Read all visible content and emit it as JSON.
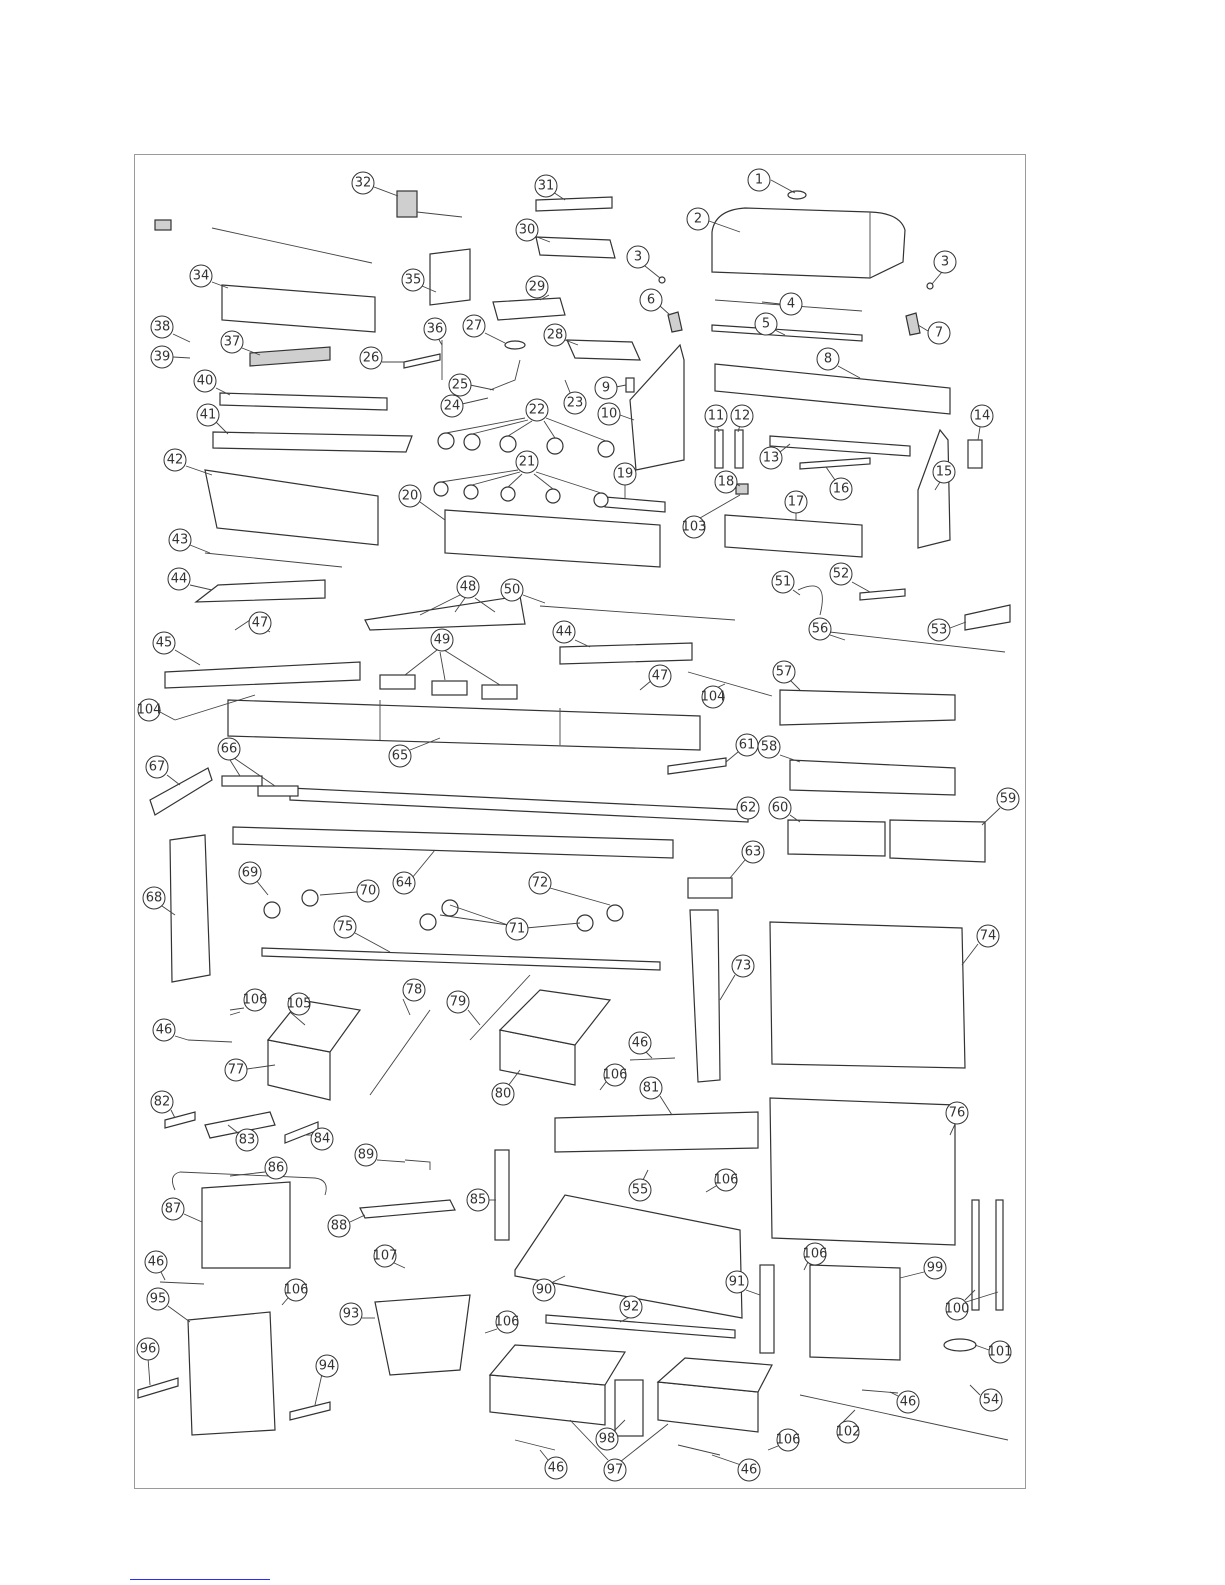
{
  "callouts": [
    {
      "id": "c1",
      "label": "1"
    },
    {
      "id": "c2",
      "label": "2"
    },
    {
      "id": "c3a",
      "label": "3"
    },
    {
      "id": "c3b",
      "label": "3"
    },
    {
      "id": "c4",
      "label": "4"
    },
    {
      "id": "c5",
      "label": "5"
    },
    {
      "id": "c6",
      "label": "6"
    },
    {
      "id": "c7",
      "label": "7"
    },
    {
      "id": "c8",
      "label": "8"
    },
    {
      "id": "c9",
      "label": "9"
    },
    {
      "id": "c10",
      "label": "10"
    },
    {
      "id": "c11",
      "label": "11"
    },
    {
      "id": "c12",
      "label": "12"
    },
    {
      "id": "c13",
      "label": "13"
    },
    {
      "id": "c14",
      "label": "14"
    },
    {
      "id": "c15",
      "label": "15"
    },
    {
      "id": "c16",
      "label": "16"
    },
    {
      "id": "c17",
      "label": "17"
    },
    {
      "id": "c18",
      "label": "18"
    },
    {
      "id": "c19",
      "label": "19"
    },
    {
      "id": "c20",
      "label": "20"
    },
    {
      "id": "c21",
      "label": "21"
    },
    {
      "id": "c22",
      "label": "22"
    },
    {
      "id": "c23",
      "label": "23"
    },
    {
      "id": "c24",
      "label": "24"
    },
    {
      "id": "c25",
      "label": "25"
    },
    {
      "id": "c26",
      "label": "26"
    },
    {
      "id": "c27",
      "label": "27"
    },
    {
      "id": "c28",
      "label": "28"
    },
    {
      "id": "c29",
      "label": "29"
    },
    {
      "id": "c30",
      "label": "30"
    },
    {
      "id": "c31",
      "label": "31"
    },
    {
      "id": "c32",
      "label": "32"
    },
    {
      "id": "c34",
      "label": "34"
    },
    {
      "id": "c35",
      "label": "35"
    },
    {
      "id": "c36",
      "label": "36"
    },
    {
      "id": "c37",
      "label": "37"
    },
    {
      "id": "c38",
      "label": "38"
    },
    {
      "id": "c39",
      "label": "39"
    },
    {
      "id": "c40",
      "label": "40"
    },
    {
      "id": "c41",
      "label": "41"
    },
    {
      "id": "c42",
      "label": "42"
    },
    {
      "id": "c43",
      "label": "43"
    },
    {
      "id": "c44a",
      "label": "44"
    },
    {
      "id": "c44b",
      "label": "44"
    },
    {
      "id": "c45",
      "label": "45"
    },
    {
      "id": "c46a",
      "label": "46"
    },
    {
      "id": "c46b",
      "label": "46"
    },
    {
      "id": "c46c",
      "label": "46"
    },
    {
      "id": "c46d",
      "label": "46"
    },
    {
      "id": "c46e",
      "label": "46"
    },
    {
      "id": "c46f",
      "label": "46"
    },
    {
      "id": "c47a",
      "label": "47"
    },
    {
      "id": "c47b",
      "label": "47"
    },
    {
      "id": "c48",
      "label": "48"
    },
    {
      "id": "c49",
      "label": "49"
    },
    {
      "id": "c50",
      "label": "50"
    },
    {
      "id": "c51",
      "label": "51"
    },
    {
      "id": "c52",
      "label": "52"
    },
    {
      "id": "c53",
      "label": "53"
    },
    {
      "id": "c54",
      "label": "54"
    },
    {
      "id": "c55",
      "label": "55"
    },
    {
      "id": "c56",
      "label": "56"
    },
    {
      "id": "c57",
      "label": "57"
    },
    {
      "id": "c58",
      "label": "58"
    },
    {
      "id": "c59",
      "label": "59"
    },
    {
      "id": "c60",
      "label": "60"
    },
    {
      "id": "c61",
      "label": "61"
    },
    {
      "id": "c62",
      "label": "62"
    },
    {
      "id": "c63",
      "label": "63"
    },
    {
      "id": "c64",
      "label": "64"
    },
    {
      "id": "c65",
      "label": "65"
    },
    {
      "id": "c66",
      "label": "66"
    },
    {
      "id": "c67",
      "label": "67"
    },
    {
      "id": "c68",
      "label": "68"
    },
    {
      "id": "c69",
      "label": "69"
    },
    {
      "id": "c70",
      "label": "70"
    },
    {
      "id": "c71",
      "label": "71"
    },
    {
      "id": "c72",
      "label": "72"
    },
    {
      "id": "c73",
      "label": "73"
    },
    {
      "id": "c74",
      "label": "74"
    },
    {
      "id": "c75",
      "label": "75"
    },
    {
      "id": "c76",
      "label": "76"
    },
    {
      "id": "c77",
      "label": "77"
    },
    {
      "id": "c78",
      "label": "78"
    },
    {
      "id": "c79",
      "label": "79"
    },
    {
      "id": "c80",
      "label": "80"
    },
    {
      "id": "c81",
      "label": "81"
    },
    {
      "id": "c82",
      "label": "82"
    },
    {
      "id": "c83",
      "label": "83"
    },
    {
      "id": "c84",
      "label": "84"
    },
    {
      "id": "c85",
      "label": "85"
    },
    {
      "id": "c86",
      "label": "86"
    },
    {
      "id": "c87",
      "label": "87"
    },
    {
      "id": "c88",
      "label": "88"
    },
    {
      "id": "c89",
      "label": "89"
    },
    {
      "id": "c90",
      "label": "90"
    },
    {
      "id": "c91",
      "label": "91"
    },
    {
      "id": "c92",
      "label": "92"
    },
    {
      "id": "c93",
      "label": "93"
    },
    {
      "id": "c94",
      "label": "94"
    },
    {
      "id": "c95",
      "label": "95"
    },
    {
      "id": "c96",
      "label": "96"
    },
    {
      "id": "c97",
      "label": "97"
    },
    {
      "id": "c98",
      "label": "98"
    },
    {
      "id": "c99",
      "label": "99"
    },
    {
      "id": "c100",
      "label": "100"
    },
    {
      "id": "c101",
      "label": "101"
    },
    {
      "id": "c102",
      "label": "102"
    },
    {
      "id": "c103",
      "label": "103"
    },
    {
      "id": "c104a",
      "label": "104"
    },
    {
      "id": "c104b",
      "label": "104"
    },
    {
      "id": "c105",
      "label": "105"
    },
    {
      "id": "c106a",
      "label": "106"
    },
    {
      "id": "c106b",
      "label": "106"
    },
    {
      "id": "c106c",
      "label": "106"
    },
    {
      "id": "c106d",
      "label": "106"
    },
    {
      "id": "c106e",
      "label": "106"
    },
    {
      "id": "c106f",
      "label": "106"
    },
    {
      "id": "c106g",
      "label": "106"
    },
    {
      "id": "c106h",
      "label": "106"
    },
    {
      "id": "c107",
      "label": "107"
    }
  ]
}
